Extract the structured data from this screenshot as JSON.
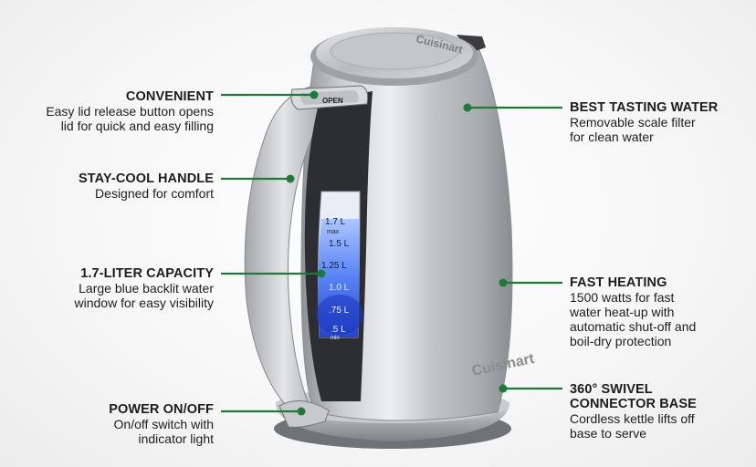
{
  "colors": {
    "accent_green": "#1f7a3a",
    "steel": "#b9bcbf",
    "backlight_blue": "#3d6df0"
  },
  "brand": {
    "lid_logo": "Cuisinart",
    "body_logo": "Cuisinart"
  },
  "lid_button_label": "OPEN",
  "water_window": {
    "marks": [
      "1.7 L",
      "1.5 L",
      "1.25 L",
      "1.0 L",
      ".75 L",
      ".5 L"
    ],
    "max_label": "max",
    "min_label": "min"
  },
  "callouts": {
    "convenient": {
      "title": "CONVENIENT",
      "lines": [
        "Easy lid release button opens",
        "lid for quick and easy filling"
      ]
    },
    "handle": {
      "title": "STAY-COOL HANDLE",
      "lines": [
        "Designed for comfort"
      ]
    },
    "capacity": {
      "title": "1.7-LITER CAPACITY",
      "lines": [
        "Large blue backlit water",
        "window for easy visibility"
      ]
    },
    "power": {
      "title": "POWER ON/OFF",
      "lines": [
        "On/off switch with",
        "indicator light"
      ]
    },
    "water": {
      "title": "BEST TASTING WATER",
      "lines": [
        "Removable scale filter",
        "for clean water"
      ]
    },
    "heating": {
      "title": "FAST HEATING",
      "lines": [
        "1500 watts for fast",
        "water heat-up with",
        "automatic shut-off and",
        "boil-dry protection"
      ]
    },
    "base": {
      "title_lines": [
        "360° SWIVEL",
        "CONNECTOR BASE"
      ],
      "lines": [
        "Cordless kettle lifts off",
        "base to serve"
      ]
    }
  }
}
